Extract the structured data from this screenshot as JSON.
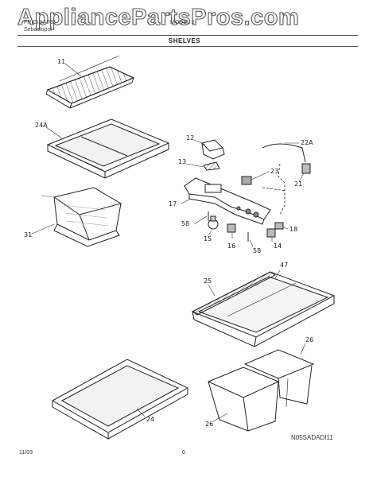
{
  "header": {
    "left_line1": "FRIGIDAIRE",
    "left_line2": "Sebastopol",
    "right": "MODEL 2",
    "watermark": "AppliancePartsPros.com",
    "title": "SHELVES"
  },
  "callouts": {
    "c11": "11",
    "c24a": "24A",
    "c31": "31",
    "c12": "12",
    "c22a": "22A",
    "c13": "13",
    "c23": "23",
    "c21": "21",
    "c17": "17",
    "c58a": "58",
    "c18": "18",
    "c15": "15",
    "c16": "16",
    "c58b": "58",
    "c14": "14",
    "c47": "47",
    "c25": "25",
    "c26a": "26",
    "c26b": "26",
    "c24": "24"
  },
  "footer": {
    "date": "11/03",
    "page": "6",
    "code": "N05SADADI11"
  }
}
